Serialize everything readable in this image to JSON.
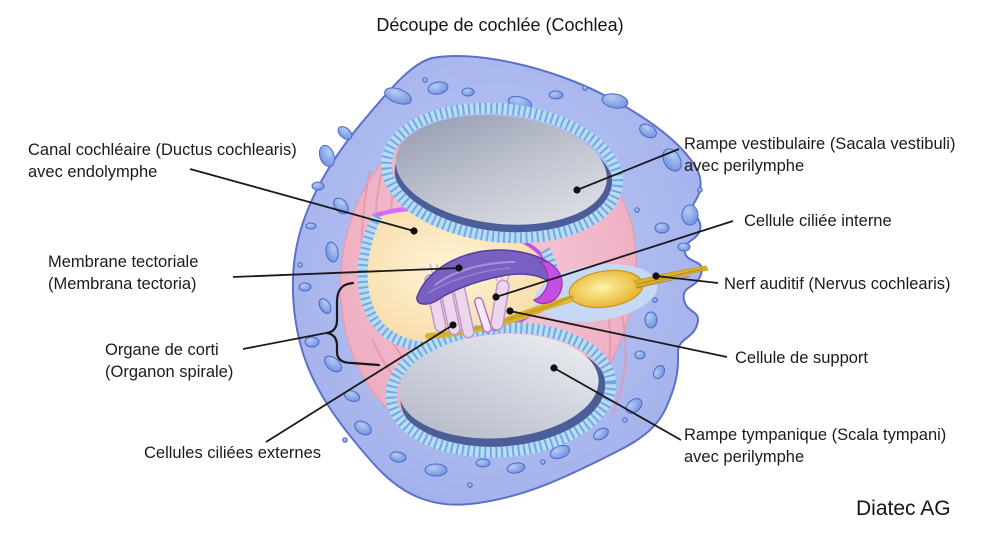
{
  "title": "Découpe de cochlée (Cochlea)",
  "credit": "Diatec AG",
  "labels": {
    "canal_cochleaire": "Canal cochléaire (Ductus cochlearis)\navec endolymphe",
    "membrane_tectoriale": "Membrane tectoriale\n(Membrana tectoria)",
    "organe_de_corti": "Organe de corti\n(Organon spirale)",
    "cellules_ciliees_externes": "Cellules ciliées externes",
    "rampe_vestibulaire": "Rampe vestibulaire (Sacala vestibuli)\navec perilymphe",
    "cellule_ciliee_interne": "Cellule ciliée interne",
    "nerf_auditif": "Nerf auditif (Nervus cochlearis)",
    "cellule_de_support": "Cellule de support",
    "rampe_tympanique": "Rampe tympanique (Scala tympani)\navec perilymphe"
  },
  "colors": {
    "bone": "#a9b6ee",
    "bone_outline": "#5c70c8",
    "vesicle_blue": "#7d9ae6",
    "ligament_pink": "#f0b9c8",
    "scala_gray": "#c8ccd8",
    "scala_border": "#4c5e9a",
    "bead_light_blue": "#b7dcf6",
    "bead_dark_blue": "#6b9fd8",
    "duct_cream": "#fbe7bd",
    "duct_membrane_magenta": "#bb55e8",
    "tectorial_purple": "#7a5fc2",
    "hair_cell_pink": "#ecd6ec",
    "nerve_gold": "#e8bc32",
    "annotation_line": "#1a1a1a",
    "label_text": "#1b1b1b"
  }
}
